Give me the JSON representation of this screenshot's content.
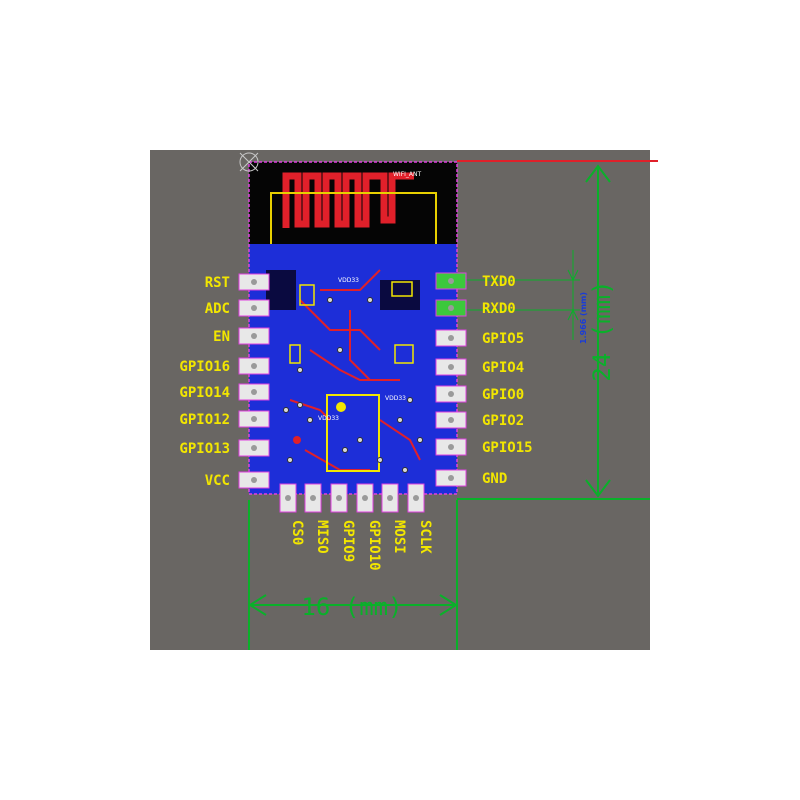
{
  "board": {
    "antenna_label": "WIFI_ANT",
    "silkscreen": [
      "VDD33",
      "VDD33",
      "VDD33"
    ]
  },
  "left_pins": [
    "RST",
    "ADC",
    "EN",
    "GPIO16",
    "GPIO14",
    "GPIO12",
    "GPIO13",
    "VCC"
  ],
  "right_pins": [
    "TXD0",
    "RXD0",
    "GPIO5",
    "GPIO4",
    "GPIO0",
    "GPIO2",
    "GPIO15",
    "GND"
  ],
  "bottom_pins": [
    "CS0",
    "MISO",
    "GPIO9",
    "GPIO10",
    "MOSI",
    "SCLK"
  ],
  "dimensions": {
    "width": "16 (mm)",
    "height": "24 (mm)",
    "pitch": "1.966 (mm)"
  },
  "colors": {
    "background": "#696663",
    "board_blue": "#1d2ed8",
    "copper_red": "#e0202a",
    "label_yellow": "#f2e600",
    "dimension_green": "#0ab02a",
    "outline_magenta": "#e040e0",
    "pad_white": "#e8e8e8"
  }
}
